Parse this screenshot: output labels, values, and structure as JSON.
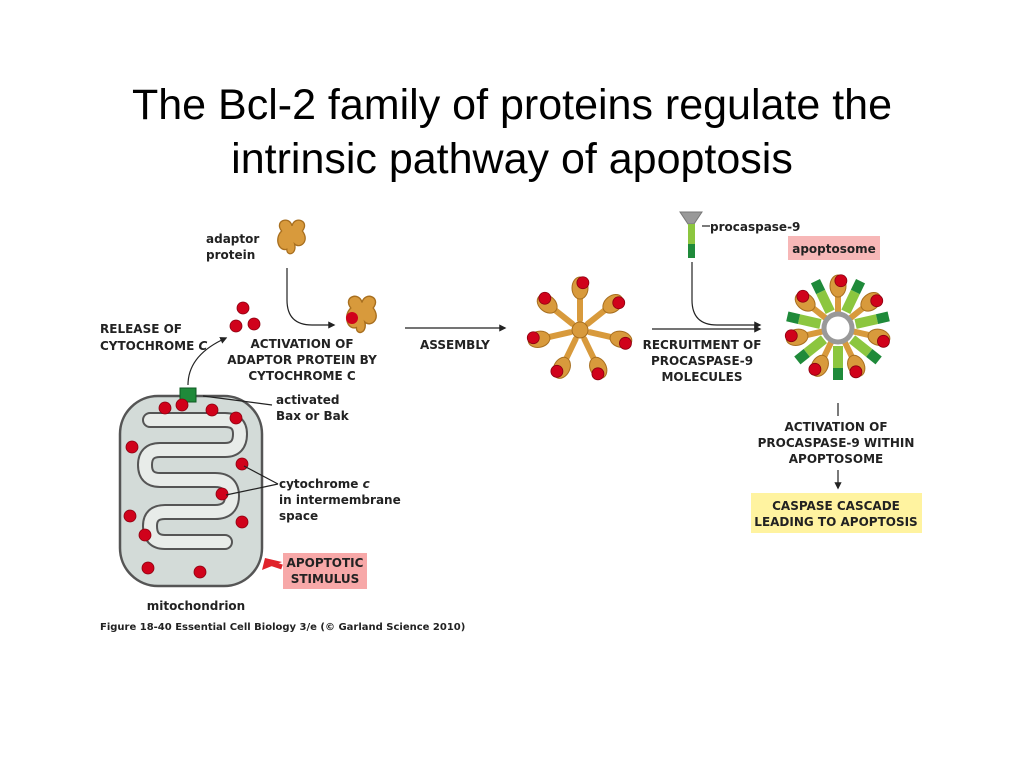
{
  "slide": {
    "title_line1": "The Bcl-2 family of proteins regulate the",
    "title_line2": "intrinsic pathway of apoptosis"
  },
  "labels": {
    "adaptor_1": "adaptor",
    "adaptor_2": "protein",
    "release_1": "RELEASE OF",
    "release_2": "CYTOCHROME",
    "release_2_italic": "C",
    "activation_1": "ACTIVATION OF",
    "activation_2": "ADAPTOR PROTEIN BY",
    "activation_3": "CYTOCHROME C",
    "assembly": "ASSEMBLY",
    "recruit_1": "RECRUITMENT OF",
    "recruit_2": "PROCASPASE-9",
    "recruit_3": "MOLECULES",
    "procaspase": "procaspase-9",
    "apoptosome": "apoptosome",
    "bax_1": "activated",
    "bax_2": "Bax or Bak",
    "cyto_1": "cytochrome",
    "cyto_1_italic": "c",
    "cyto_2": "in intermembrane",
    "cyto_3": "space",
    "stimulus_1": "APOPTOTIC",
    "stimulus_2": "STIMULUS",
    "act_proc_1": "ACTIVATION OF",
    "act_proc_2": "PROCASPASE-9 WITHIN",
    "act_proc_3": "APOPTOSOME",
    "cascade_1": "CASPASE CASCADE",
    "cascade_2": "LEADING TO APOPTOSIS",
    "mitochondrion": "mitochondrion",
    "caption": "Figure 18-40 Essential Cell Biology 3/e (© Garland Science 2010)"
  },
  "colors": {
    "cytochrome": "#d0021b",
    "adaptor": "#d89a3c",
    "procaspase_dark": "#1f8a3a",
    "procaspase_light": "#8cc63f",
    "mito_fill": "#d3dbd8",
    "stimulus_box": "#f7a8a8",
    "apoptosome_box": "#f7b7b7",
    "cascade_box": "#fff3a0"
  }
}
